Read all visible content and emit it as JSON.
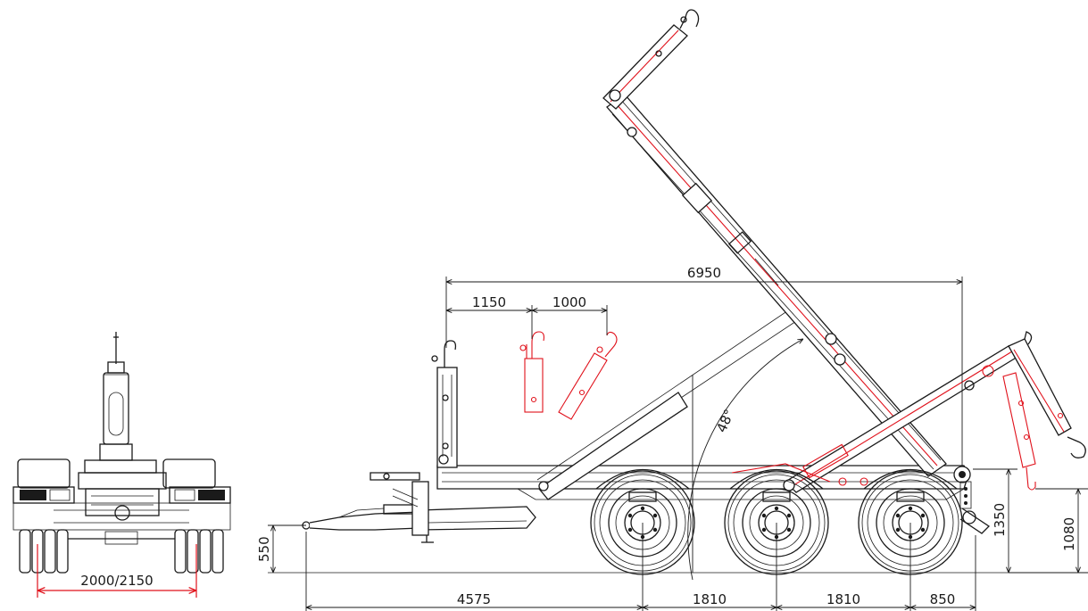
{
  "rear_view": {
    "track_width_label": "2000/2150"
  },
  "side_view": {
    "dimensions": {
      "overall_hook_reach": "6950",
      "hook_offset_1": "1150",
      "hook_offset_2": "1000",
      "tipping_angle": "48°",
      "drawbar_height": "550",
      "frame_height": "1350",
      "rear_height": "1080",
      "drawbar_to_axle1": "4575",
      "axle1_to_axle2": "1810",
      "axle2_to_axle3": "1810",
      "rear_overhang": "850"
    }
  },
  "colors": {
    "line": "#1a1a1a",
    "red_overlay": "#e0101a"
  }
}
